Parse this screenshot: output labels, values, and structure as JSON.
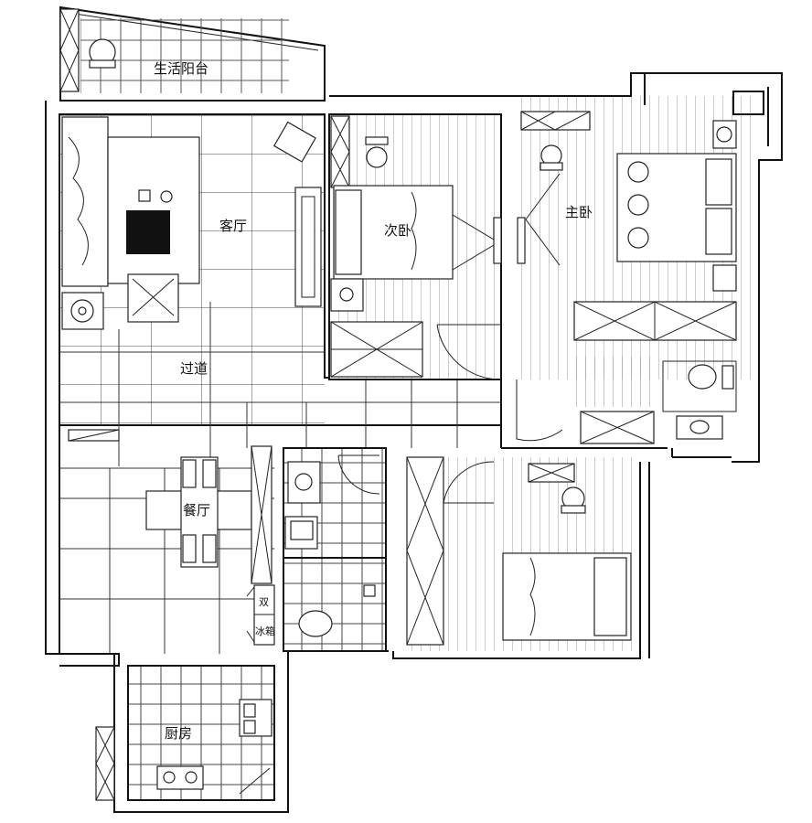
{
  "rooms": {
    "balcony": "生活阳台",
    "living": "客厅",
    "second_bedroom": "次卧",
    "master_bedroom": "主卧",
    "corridor": "过道",
    "dining": "餐厅",
    "kitchen": "厨房"
  },
  "appliances": {
    "fridge": "冰箱",
    "fridge_mark": "双"
  }
}
